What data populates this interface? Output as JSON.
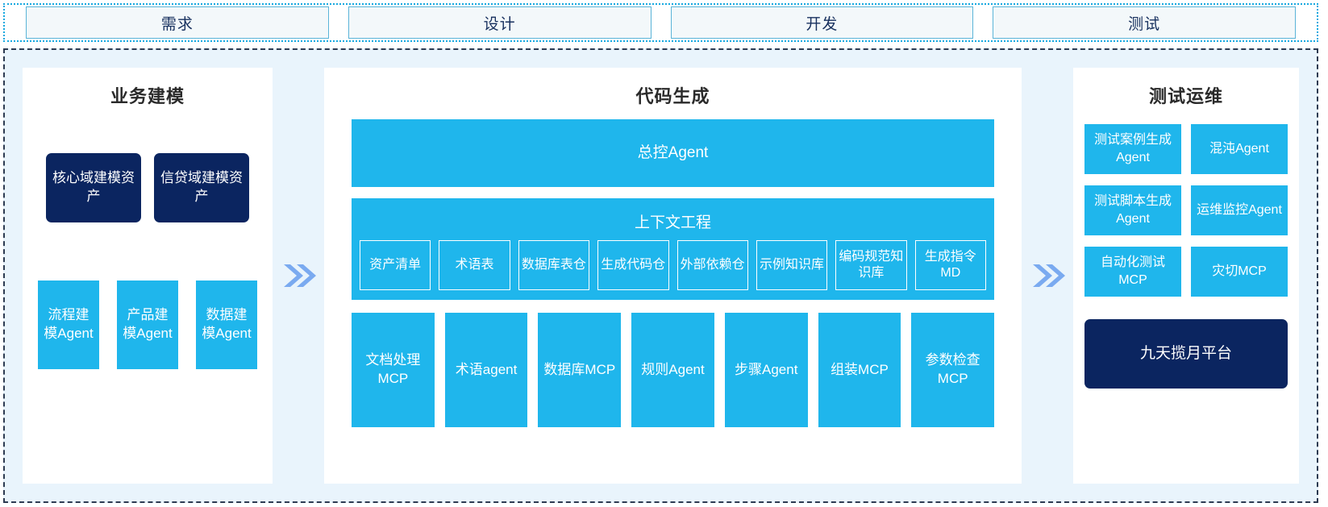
{
  "stages": [
    {
      "label": "需求"
    },
    {
      "label": "设计"
    },
    {
      "label": "开发"
    },
    {
      "label": "测试"
    }
  ],
  "colors": {
    "accent_blue": "#1fb6ec",
    "navy": "#0b2560",
    "region_bg": "#e9f4fc",
    "chevron": "#7aaaf0",
    "stage_border": "#5ab4d8",
    "stage_text": "#17305e"
  },
  "connectors": [
    {
      "name": "chevron-right-1",
      "glyph": "»"
    },
    {
      "name": "chevron-right-2",
      "glyph": "»"
    }
  ],
  "panels": {
    "left": {
      "title": "业务建模",
      "assets": [
        {
          "label": "核心域建模资产"
        },
        {
          "label": "信贷域建模资产"
        }
      ],
      "agents": [
        {
          "label": "流程建模Agent"
        },
        {
          "label": "产品建模Agent"
        },
        {
          "label": "数据建模Agent"
        }
      ]
    },
    "middle": {
      "title": "代码生成",
      "master_agent": "总控Agent",
      "context": {
        "title": "上下文工程",
        "items": [
          {
            "label": "资产清单"
          },
          {
            "label": "术语表"
          },
          {
            "label": "数据库表仓"
          },
          {
            "label": "生成代码仓"
          },
          {
            "label": "外部依赖仓"
          },
          {
            "label": "示例知识库"
          },
          {
            "label": "编码规范知识库"
          },
          {
            "label": "生成指令MD"
          }
        ]
      },
      "tools": [
        {
          "label": "文档处理MCP"
        },
        {
          "label": "术语agent"
        },
        {
          "label": "数据库MCP"
        },
        {
          "label": "规则Agent"
        },
        {
          "label": "步骤Agent"
        },
        {
          "label": "组装MCP"
        },
        {
          "label": "参数检查MCP"
        }
      ]
    },
    "right": {
      "title": "测试运维",
      "items": [
        {
          "label": "测试案例生成Agent"
        },
        {
          "label": "混沌Agent"
        },
        {
          "label": "测试脚本生成Agent"
        },
        {
          "label": "运维监控Agent"
        },
        {
          "label": "自动化测试MCP"
        },
        {
          "label": "灾切MCP"
        }
      ],
      "platform": "九天揽月平台"
    }
  }
}
